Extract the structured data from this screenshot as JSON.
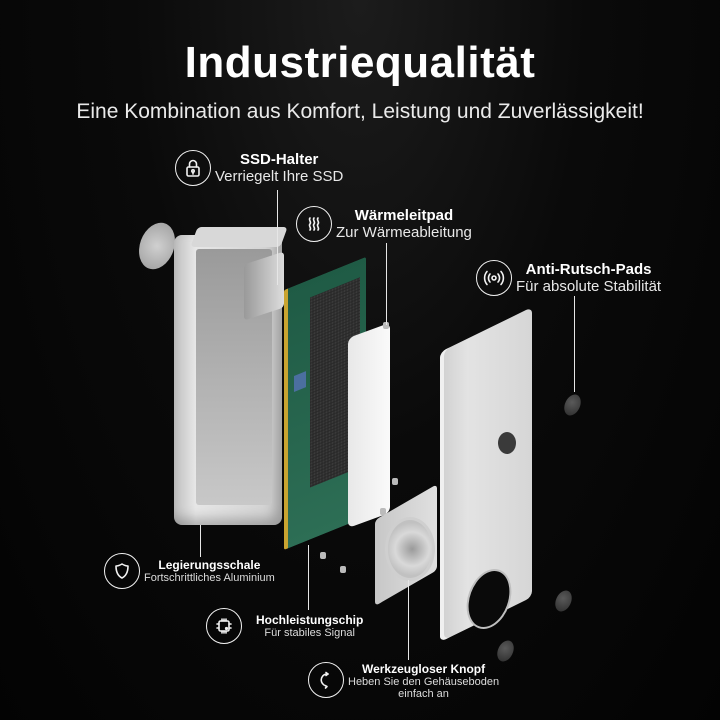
{
  "header": {
    "title": "Industriequalität",
    "subtitle": "Eine Kombination aus Komfort, Leistung und Zuverlässigkeit!"
  },
  "callouts": [
    {
      "id": "ssd-halter",
      "icon": "lock-icon",
      "title": "SSD-Halter",
      "subtitle": "Verriegelt Ihre SSD"
    },
    {
      "id": "waermeleitpad",
      "icon": "heat-waves-icon",
      "title": "Wärmeleitpad",
      "subtitle": "Zur Wärmeableitung"
    },
    {
      "id": "anti-rutsch-pads",
      "icon": "vibration-icon",
      "title": "Anti-Rutsch-Pads",
      "subtitle": "Für absolute Stabilität"
    },
    {
      "id": "legierungsschale",
      "icon": "shield-icon",
      "title": "Legierungsschale",
      "subtitle": "Fortschrittliches Aluminium"
    },
    {
      "id": "hochleistungschip",
      "icon": "chip-icon",
      "title": "Hochleistungschip",
      "subtitle": "Für stabiles Signal"
    },
    {
      "id": "werkzeugloser-knopf",
      "icon": "rotate-icon",
      "title": "Werkzeugloser Knopf",
      "subtitle": "Heben Sie den Gehäuseboden",
      "subtitle2": "einfach an"
    }
  ],
  "colors": {
    "background": "#050505",
    "text": "#ffffff",
    "aluminium": "#d6d6d6",
    "pcb": "#2d6e55",
    "gold": "#c9a430"
  }
}
